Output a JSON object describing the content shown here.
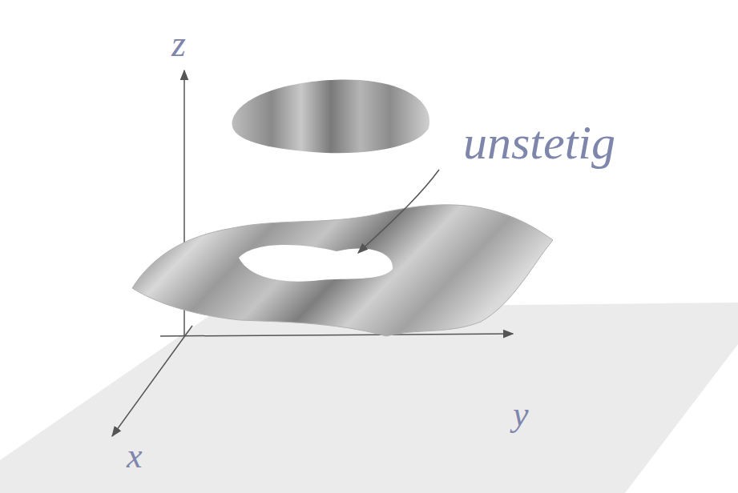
{
  "diagram": {
    "labels": [
      "z",
      "unstetig",
      "y",
      "x"
    ]
  }
}
